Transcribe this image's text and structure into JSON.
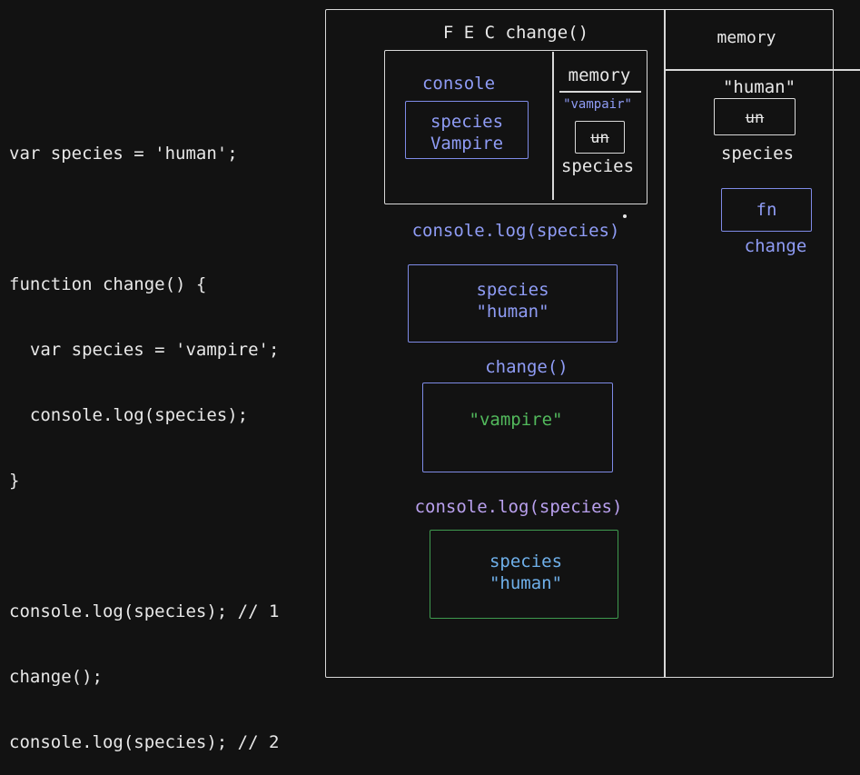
{
  "code": {
    "lines": [
      "var species = 'human';",
      "",
      "function change() {",
      "  var species = 'vampire';",
      "  console.log(species);",
      "}",
      "",
      "console.log(species); // 1",
      "change();",
      "console.log(species); // 2"
    ]
  },
  "diagram": {
    "fec_title": "F E C change()",
    "inner": {
      "console_label": "console",
      "console_box_line1": "species",
      "console_box_line2": "Vampire",
      "memory_label": "memory",
      "memory_value": "\"vampair\"",
      "memory_struck": "un",
      "memory_var": "species"
    },
    "log1_label": "console.log(species)",
    "log1_box_line1": "species",
    "log1_box_line2": "\"human\"",
    "change_label": "change()",
    "change_box_text": "\"vampire\"",
    "log2_label": "console.log(species)",
    "log2_box_line1": "species",
    "log2_box_line2": "\"human\"",
    "global_memory": {
      "title": "memory",
      "value": "\"human\"",
      "struck": "un",
      "var": "species",
      "fn_label": "fn",
      "fn_name": "change"
    }
  },
  "colors": {
    "background": "#121212",
    "white": "#e8e8e8",
    "blue": "#8f9cf5",
    "purple": "#b9a0ee",
    "green": "#52b95c",
    "light_blue": "#6fb0ea"
  }
}
